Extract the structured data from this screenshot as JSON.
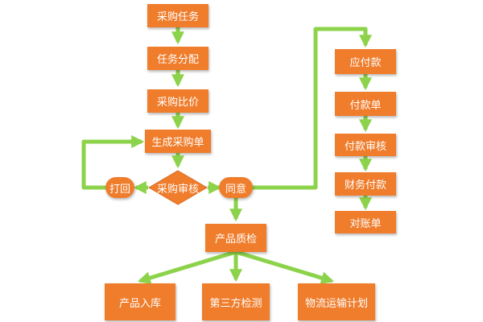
{
  "diagram": {
    "colors": {
      "node": "#ef7d2c",
      "edge": "#8cd34b",
      "text": "#ffffff"
    },
    "nodes": {
      "task": "采购任务",
      "assign": "任务分配",
      "compare": "采购比价",
      "order": "生成采购单",
      "review": "采购审核",
      "reject": "打回",
      "approve": "同意",
      "qc": "产品质检",
      "stock": "产品入库",
      "third": "第三方检测",
      "logistics": "物流运输计划",
      "payable": "应付款",
      "payorder": "付款单",
      "payreview": "付款审核",
      "finance": "财务付款",
      "reconcile": "对账单"
    }
  }
}
